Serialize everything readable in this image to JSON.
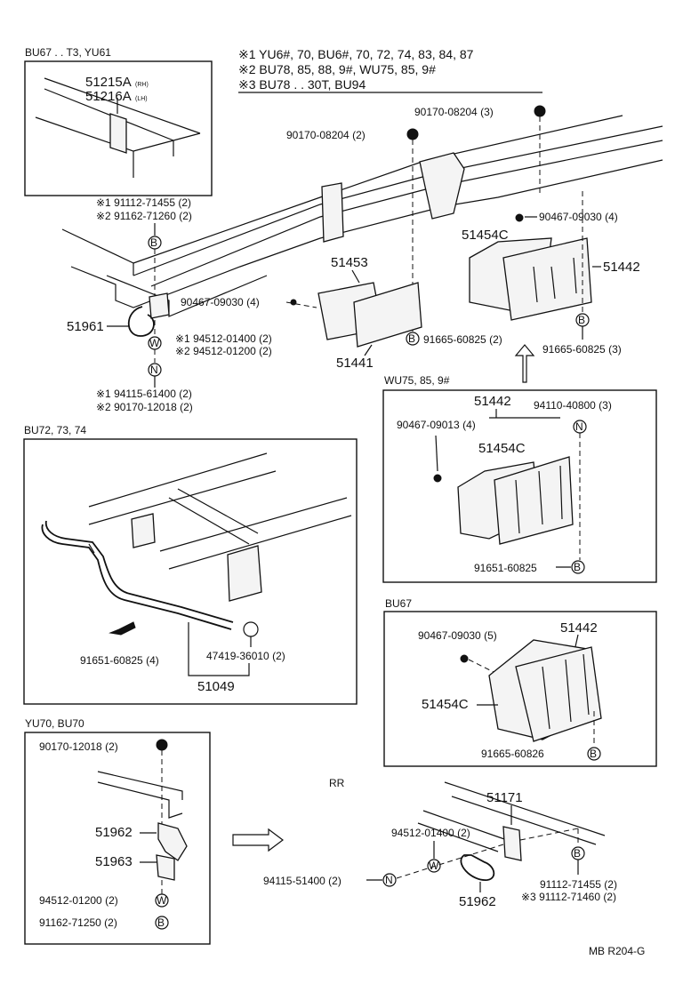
{
  "notes": {
    "n1": "※1 YU6#, 70, BU6#, 70, 72, 74, 83, 84, 87",
    "n2": "※2 BU78, 85, 88, 9#, WU75, 85, 9#",
    "n3": "※3 BU78 . . 30T, BU94"
  },
  "top_left_box": {
    "title": "BU67 . . T3, YU61",
    "part_rh": "51215A",
    "part_rh_suffix": "(RH)",
    "part_lh": "51216A",
    "part_lh_suffix": "(LH)"
  },
  "main": {
    "bolt_top_right": "90170-08204 (3)",
    "bolt_top_mid": "90170-08204 (2)",
    "nut_right": "90467-09030 (4)",
    "plate_51454c": "51454C",
    "guard_51442": "51442",
    "bracket_51453": "51453",
    "nut_left": "90467-09030 (4)",
    "bracket_51441": "51441",
    "bolt_b_mid": "91665-60825 (2)",
    "bolt_b_right": "91665-60825 (3)",
    "hook_51961": "51961",
    "left_bolt_1": "※1 91112-71455 (2)",
    "left_bolt_2": "※2 91162-71260 (2)",
    "washer_1": "※1 94512-01400 (2)",
    "washer_2": "※2 94512-01200 (2)",
    "nut_1": "※1 94115-61400 (2)",
    "nut_2": "※2 90170-12018 (2)"
  },
  "wu75_box": {
    "title": "WU75, 85, 9#",
    "guard": "51442",
    "nut_a": "90467-09013 (4)",
    "nut_b": "94110-40800 (3)",
    "plate": "51454C",
    "bolt": "91651-60825"
  },
  "bu72_box": {
    "title": "BU72, 73, 74",
    "bolt": "91651-60825 (4)",
    "bushing": "47419-36010 (2)",
    "stabilizer": "51049"
  },
  "bu67_box": {
    "title": "BU67",
    "nut": "90467-09030 (5)",
    "guard": "51442",
    "plate": "51454C",
    "bolt": "91665-60826"
  },
  "yu70_box": {
    "title": "YU70, BU70",
    "nut": "90170-12018 (2)",
    "part_a": "51962",
    "part_b": "51963",
    "washer": "94512-01200 (2)",
    "bolt": "91162-71250 (2)"
  },
  "rear": {
    "title": "RR",
    "bracket": "51171",
    "washer": "94512-01400 (2)",
    "nut": "94115-51400 (2)",
    "bolt_1": "91112-71455 (2)",
    "bolt_2": "※3 91112-71460 (2)",
    "hook": "51962"
  },
  "symbols": {
    "bolt": "B",
    "washer": "W",
    "nut": "N"
  },
  "footer": {
    "ref": "MB R204-G"
  }
}
